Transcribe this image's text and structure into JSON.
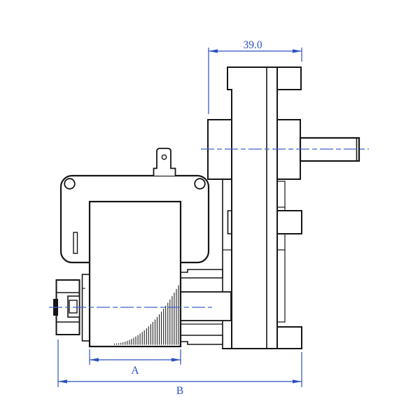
{
  "colors": {
    "line": "#161616",
    "dimension": "#2b50c0",
    "centerline": "#4161cc",
    "background": "#ffffff"
  },
  "dimensions": {
    "gearbox_depth": {
      "label": "39.0"
    },
    "motor_body_length": {
      "label": "A"
    },
    "overall_length": {
      "label": "B"
    }
  }
}
